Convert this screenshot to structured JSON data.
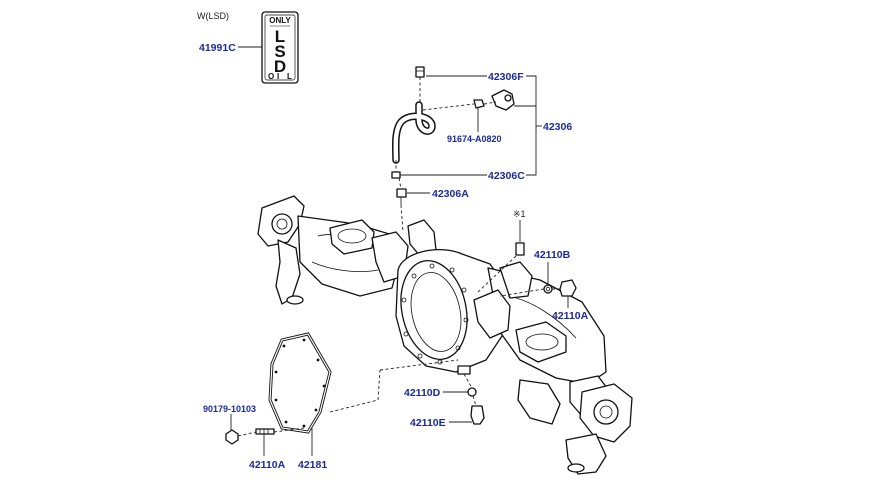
{
  "header": {
    "variant_note": "W(LSD)"
  },
  "lsd_label": {
    "top": "ONLY",
    "main": [
      "L",
      "S",
      "D"
    ],
    "bottom": [
      "O",
      "I",
      "L"
    ]
  },
  "note_mark": "※1",
  "parts": {
    "p41991C": "41991C",
    "p42306F": "42306F",
    "p91674": "91674-A0820",
    "p42306": "42306",
    "p42306C": "42306C",
    "p42306A": "42306A",
    "p42110B": "42110B",
    "p42110A_r": "42110A",
    "p42110D": "42110D",
    "p42110E": "42110E",
    "p90179": "90179-10103",
    "p42110A_b": "42110A",
    "p42181": "42181"
  },
  "colors": {
    "part_number": "#1a2a9c",
    "line": "#111111",
    "background": "#ffffff"
  }
}
